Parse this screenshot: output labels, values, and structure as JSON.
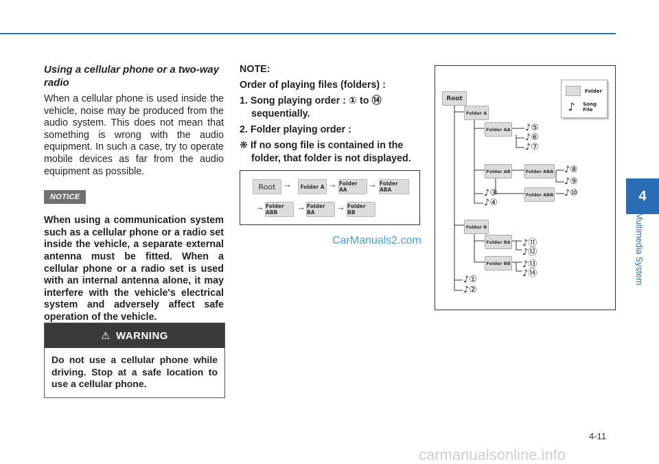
{
  "left": {
    "heading": "Using a cellular phone or a two-way radio",
    "paragraph": "When a cellular phone is used inside the vehicle, noise may be produced from the audio system. This does not mean that something is wrong with the audio equipment. In such a case, try to operate mobile devices as far from the audio equipment as possible.",
    "notice_label": "NOTICE",
    "notice_text": "When using a communication system such as a cellular phone or a radio set inside the vehicle, a separate external antenna must be fitted. When a cellular phone or a radio set is used with an internal antenna alone, it may interfere with the vehicle's electrical system and adversely affect safe operation of the vehicle.",
    "warning_title": "WARNING",
    "warning_text": "Do not use a cellular phone while driving. Stop at a safe location to use a cellular phone."
  },
  "middle": {
    "note_title": "NOTE:",
    "order_title": "Order of playing files (folders) :",
    "item1": "1. Song playing order : ① to ⑭ sequentially.",
    "item2": "2. Folder playing order :",
    "item3": "❋ If no song file is contained in the folder, that folder is not displayed.",
    "order_row1": [
      "Root",
      "Folder A",
      "Folder AA",
      "Folder ABA"
    ],
    "order_row2": [
      "Folder ABB",
      "Folder BA",
      "Folder BB"
    ]
  },
  "diagram": {
    "folders": {
      "root": "Root",
      "a": "Folder A",
      "aa": "Folder AA",
      "ab": "Folder AB",
      "aba": "Folder ABA",
      "abb": "Folder ABB",
      "b": "Folder B",
      "ba": "Folder BA",
      "bb": "Folder BB"
    },
    "songs": [
      "♪①",
      "♪②",
      "♪③",
      "♪④",
      "♪⑤",
      "♪⑥",
      "♪⑦",
      "♪⑧",
      "♪⑨",
      "♪⑩",
      "♪⑪",
      "♪⑫",
      "♪⑬",
      "♪⑭"
    ],
    "legend_folder": "Folder",
    "legend_song": "Song File",
    "legend_note_glyph": "♪"
  },
  "watermark": "CarManuals2.com",
  "side": {
    "chapter": "4",
    "label": "Multimedia System"
  },
  "page_number": "4-11",
  "footer_watermark": "carmanualsonline.info",
  "colors": {
    "accent": "#2a6db5",
    "watermark": "#4a9fd6"
  }
}
